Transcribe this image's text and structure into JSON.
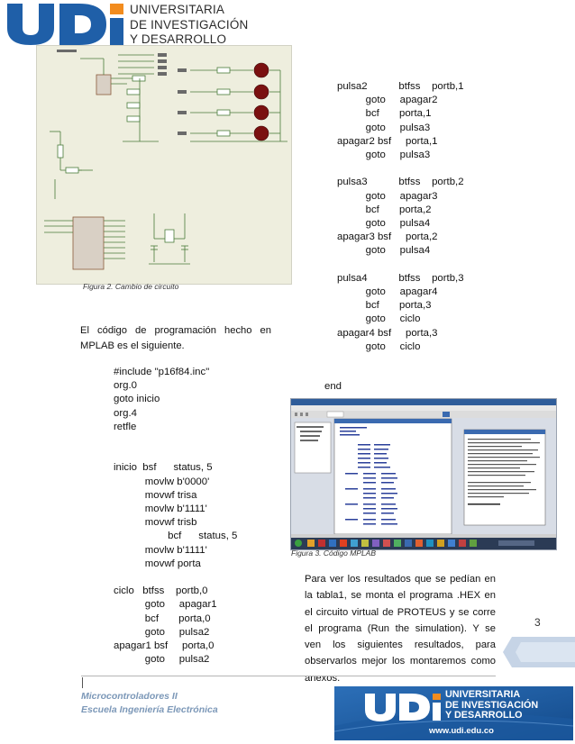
{
  "header": {
    "logo_letters": "UDI",
    "institution_lines": [
      "UNIVERSITARIA",
      "DE INVESTIGACIÓN",
      "Y DESARROLLO"
    ]
  },
  "figure2": {
    "caption": "Figura 2. Cambio de circuito"
  },
  "intro_paragraph": "El código de programación hecho en MPLAB es el siguiente.",
  "code_left": [
    "#include \"p16f84.inc\"",
    "org.0",
    "goto inicio",
    "org.4",
    "retfle",
    "",
    "",
    "inicio  bsf      status, 5",
    "           movlw b'0000'",
    "           movwf trisa",
    "           movlw b'1111'",
    "           movwf trisb",
    "                   bcf      status, 5",
    "           movlw b'1111'",
    "           movwf porta",
    "",
    "ciclo   btfss    portb,0",
    "           goto     apagar1",
    "           bcf       porta,0",
    "           goto     pulsa2",
    "apagar1 bsf     porta,0",
    "           goto     pulsa2"
  ],
  "code_right": [
    "pulsa2           btfss    portb,1",
    "          goto     apagar2",
    "          bcf       porta,1",
    "          goto     pulsa3",
    "apagar2 bsf     porta,1",
    "          goto     pulsa3",
    "",
    "pulsa3           btfss    portb,2",
    "          goto     apagar3",
    "          bcf       porta,2",
    "          goto     pulsa4",
    "apagar3 bsf     porta,2",
    "          goto     pulsa4",
    "",
    "pulsa4           btfss    portb,3",
    "          goto     apagar4",
    "          bcf       porta,3",
    "          goto     ciclo",
    "apagar4 bsf     porta,3",
    "          goto     ciclo"
  ],
  "code_end": "end",
  "figure3": {
    "caption": "Figura 3. Código MPLAB"
  },
  "results_paragraph": "Para ver los resultados que se pedían en la tabla1, se monta el programa .HEX en el circuito virtual de PROTEUS y se corre el programa (Run the simulation). Y se ven los siguientes resultados, para observarlos mejor los montaremos como anexos.",
  "page_number": "3",
  "footer": {
    "line1": "Microcontroladores II",
    "line2": "Escuela Ingeniería Electrónica",
    "banner_logo": "UDI",
    "banner_lines": [
      "UNIVERSITARIA",
      "DE INVESTIGACIÓN",
      "Y DESARROLLO"
    ],
    "banner_url": "www.udi.edu.co"
  },
  "colors": {
    "brand_blue": "#1f5fa8",
    "brand_orange": "#f28c1e",
    "footer_text": "#7c98b8"
  }
}
